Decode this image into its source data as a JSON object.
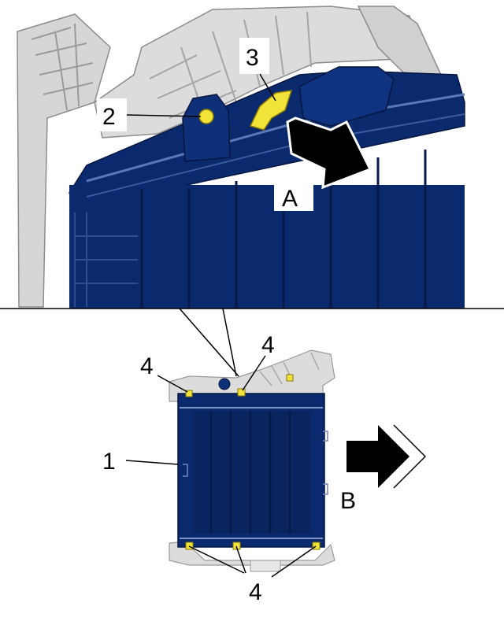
{
  "callouts": {
    "top": {
      "label_1": "2",
      "label_2": "3",
      "label_3": "A"
    },
    "bottom": {
      "label_1": "4",
      "label_2": "4",
      "label_3": "1",
      "label_4": "B",
      "label_5": "4"
    }
  },
  "colors": {
    "radiator_blue": "#0b2a6e",
    "radiator_dark": "#071d52",
    "housing_gray": "#d9d9d9",
    "clip_yellow": "#f2e33a",
    "arrow_black": "#000000"
  }
}
